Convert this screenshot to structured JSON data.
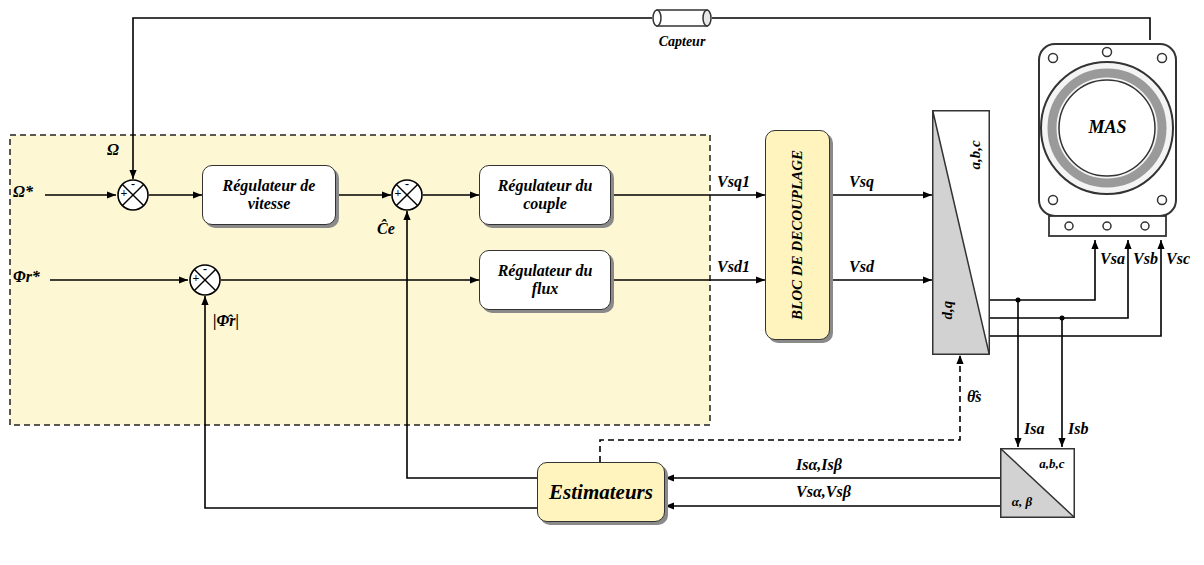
{
  "diagram": {
    "nodes": [
      {
        "text": [
          "Capteur"
        ]
      },
      {
        "text": [
          "MAS"
        ]
      },
      {
        "text": [
          "+",
          "-"
        ]
      },
      {
        "text": [
          "Régulateur de vitesse"
        ]
      },
      {
        "text": [
          "+",
          "-"
        ]
      },
      {
        "text": [
          "Régulateur du couple"
        ]
      },
      {
        "text": [
          "+",
          "-"
        ]
      },
      {
        "text": [
          "Régulateur du flux"
        ]
      },
      {
        "text": [
          "BLOC DE DECOUPLAGE"
        ]
      },
      {
        "text": [
          "a,b,c",
          "d,q"
        ]
      },
      {
        "text": [
          "Estimateurs"
        ]
      },
      {
        "text": [
          "a,b,c",
          "α, β"
        ]
      }
    ],
    "edges": [
      {
        "from": 1,
        "to": 0,
        "arrow": "none"
      },
      {
        "from": 0,
        "to": 2,
        "arrow": "to",
        "label": "Ω"
      },
      {
        "from": 2,
        "to": 3,
        "arrow": "to"
      },
      {
        "from": 3,
        "to": 4,
        "arrow": "to"
      },
      {
        "from": 4,
        "to": 5,
        "arrow": "to"
      },
      {
        "from": 5,
        "to": 8,
        "arrow": "to",
        "label": "Vsq1"
      },
      {
        "from": 6,
        "to": 7,
        "arrow": "to"
      },
      {
        "from": 7,
        "to": 8,
        "arrow": "to",
        "label": "Vsd1"
      },
      {
        "from": 8,
        "to": 9,
        "arrow": "to",
        "label": "Vsq"
      },
      {
        "from": 8,
        "to": 9,
        "arrow": "to",
        "label": "Vsd"
      },
      {
        "from": 9,
        "to": 1,
        "arrow": "to",
        "label": "Vsa"
      },
      {
        "from": 9,
        "to": 1,
        "arrow": "to",
        "label": "Vsb"
      },
      {
        "from": 9,
        "to": 1,
        "arrow": "to",
        "label": "Vsc"
      },
      {
        "from": 11,
        "to": 10,
        "arrow": "to",
        "label": "Isα,Isβ"
      },
      {
        "from": 11,
        "to": 10,
        "arrow": "to",
        "label": "Vsα,Vsβ"
      },
      {
        "from": 10,
        "to": 9,
        "arrow": "to",
        "label": "θ̂s"
      },
      {
        "from": 10,
        "to": 4,
        "arrow": "to",
        "label": "Ĉe"
      },
      {
        "from": 10,
        "to": 6,
        "arrow": "to",
        "label": "|Φ̂r|"
      }
    ],
    "labels": [
      "Ω*",
      "Φr*",
      "Isa",
      "Isb"
    ]
  }
}
